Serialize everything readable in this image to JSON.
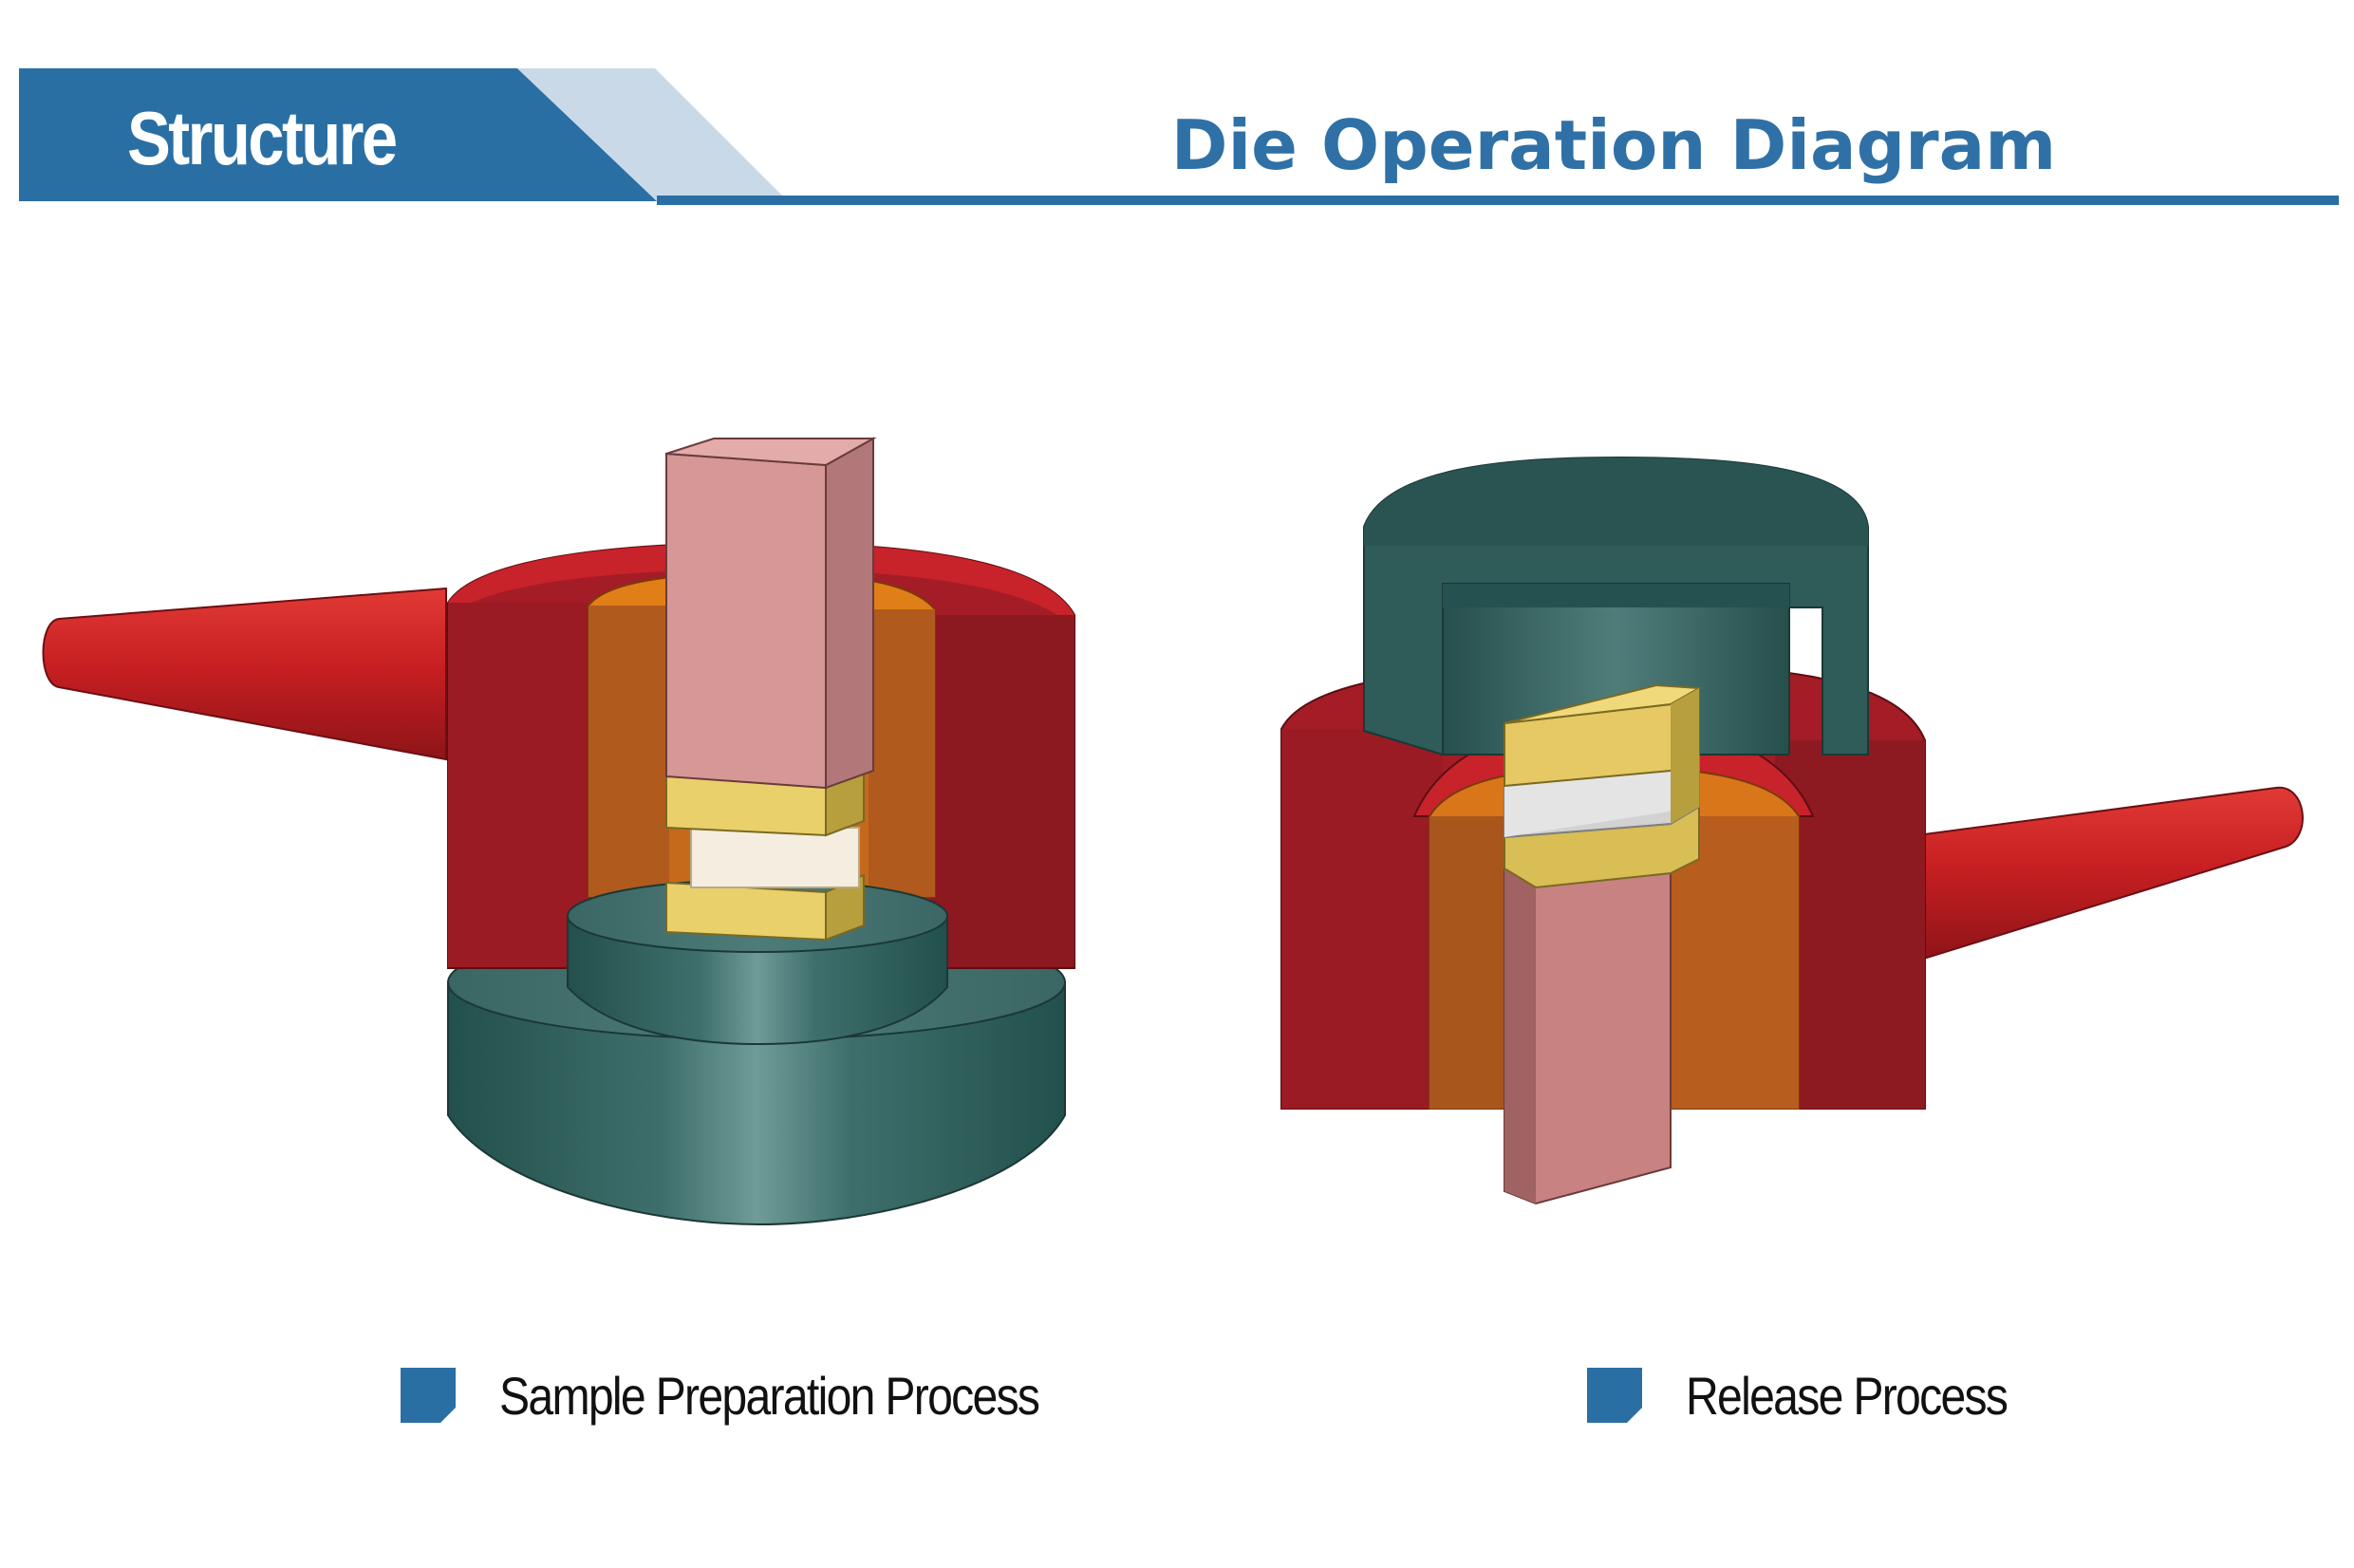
{
  "header": {
    "tab_label": "Structure",
    "title": "Die Operation Diagram"
  },
  "figures": [
    {
      "caption": "Sample Preparation Process"
    },
    {
      "caption": "Release Process"
    }
  ],
  "colors": {
    "brand_blue": "#2a6fa4",
    "light_blue": "#c9d9e8",
    "die_red": "#a5202a",
    "sleeve_orange": "#b55a1c",
    "punch_pink": "#cf8a8a",
    "spacer_gold": "#e0c667",
    "base_teal": "#2f5b58"
  }
}
